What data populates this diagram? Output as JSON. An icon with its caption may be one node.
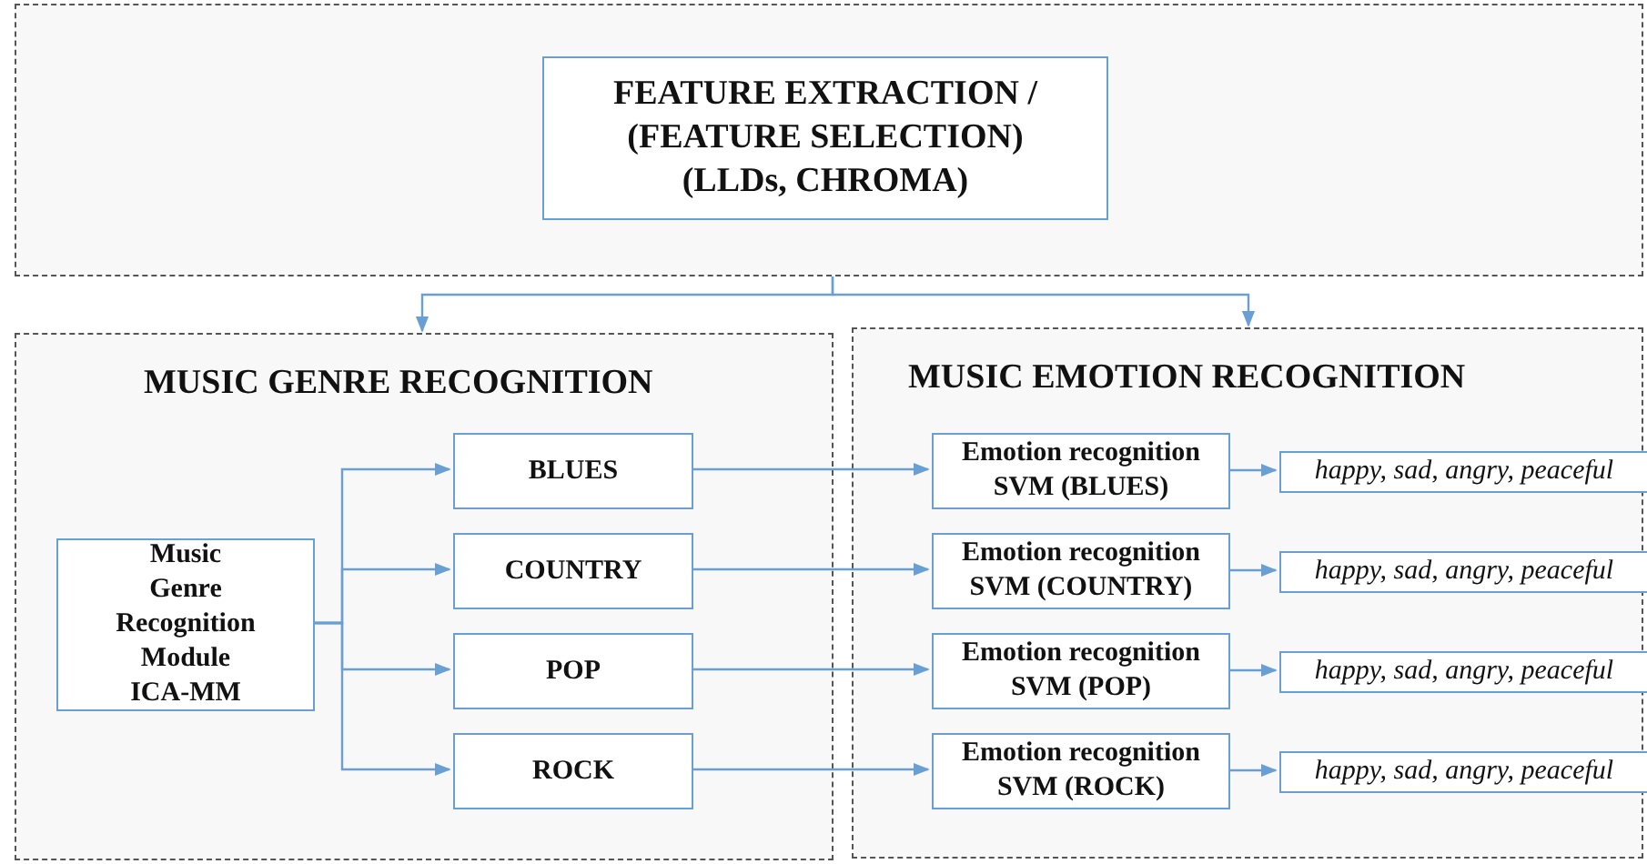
{
  "diagram": {
    "nodes": [
      {
        "text": [],
        "shape": "box"
      },
      {
        "text": [
          "FEATURE EXTRACTION / (FEATURE SELECTION) (LLDs, CHROMA)"
        ],
        "in": 0
      },
      {
        "text": [
          "MUSIC GENRE RECOGNITION"
        ]
      },
      {
        "text": [
          "Music Genre Recognition Module ICA-MM"
        ],
        "in": 2
      },
      {
        "text": [
          "BLUES"
        ],
        "in": 2
      },
      {
        "text": [
          "COUNTRY"
        ],
        "in": 2
      },
      {
        "text": [
          "POP"
        ],
        "in": 2
      },
      {
        "text": [
          "ROCK"
        ],
        "in": 2
      },
      {
        "text": [
          "MUSIC EMOTION RECOGNITION"
        ]
      },
      {
        "text": [
          "Emotion recognition SVM (BLUES)"
        ],
        "in": 8
      },
      {
        "text": [
          "Emotion recognition SVM (COUNTRY)"
        ],
        "in": 8
      },
      {
        "text": [
          "Emotion recognition SVM (POP)"
        ],
        "in": 8
      },
      {
        "text": [
          "Emotion recognition SVM (ROCK)"
        ],
        "in": 8
      },
      {
        "text": [
          "happy, sad, angry, peaceful"
        ],
        "in": 8
      },
      {
        "text": [
          "happy, sad, angry, peaceful"
        ],
        "in": 8
      },
      {
        "text": [
          "happy, sad, angry, peaceful"
        ],
        "in": 8
      },
      {
        "text": [
          "happy, sad, angry, peaceful"
        ],
        "in": 8
      }
    ],
    "edges": [
      {
        "from": 0,
        "to": 2,
        "arrow": "to"
      },
      {
        "from": 0,
        "to": 8,
        "arrow": "to"
      },
      {
        "from": 3,
        "to": 4,
        "arrow": "to"
      },
      {
        "from": 3,
        "to": 5,
        "arrow": "to"
      },
      {
        "from": 3,
        "to": 6,
        "arrow": "to"
      },
      {
        "from": 3,
        "to": 7,
        "arrow": "to"
      },
      {
        "from": 4,
        "to": 9,
        "arrow": "to"
      },
      {
        "from": 5,
        "to": 10,
        "arrow": "to"
      },
      {
        "from": 6,
        "to": 11,
        "arrow": "to"
      },
      {
        "from": 7,
        "to": 12,
        "arrow": "to"
      },
      {
        "from": 9,
        "to": 13,
        "arrow": "to"
      },
      {
        "from": 10,
        "to": 14,
        "arrow": "to"
      },
      {
        "from": 11,
        "to": 15,
        "arrow": "to"
      },
      {
        "from": 12,
        "to": 16,
        "arrow": "to"
      }
    ]
  }
}
